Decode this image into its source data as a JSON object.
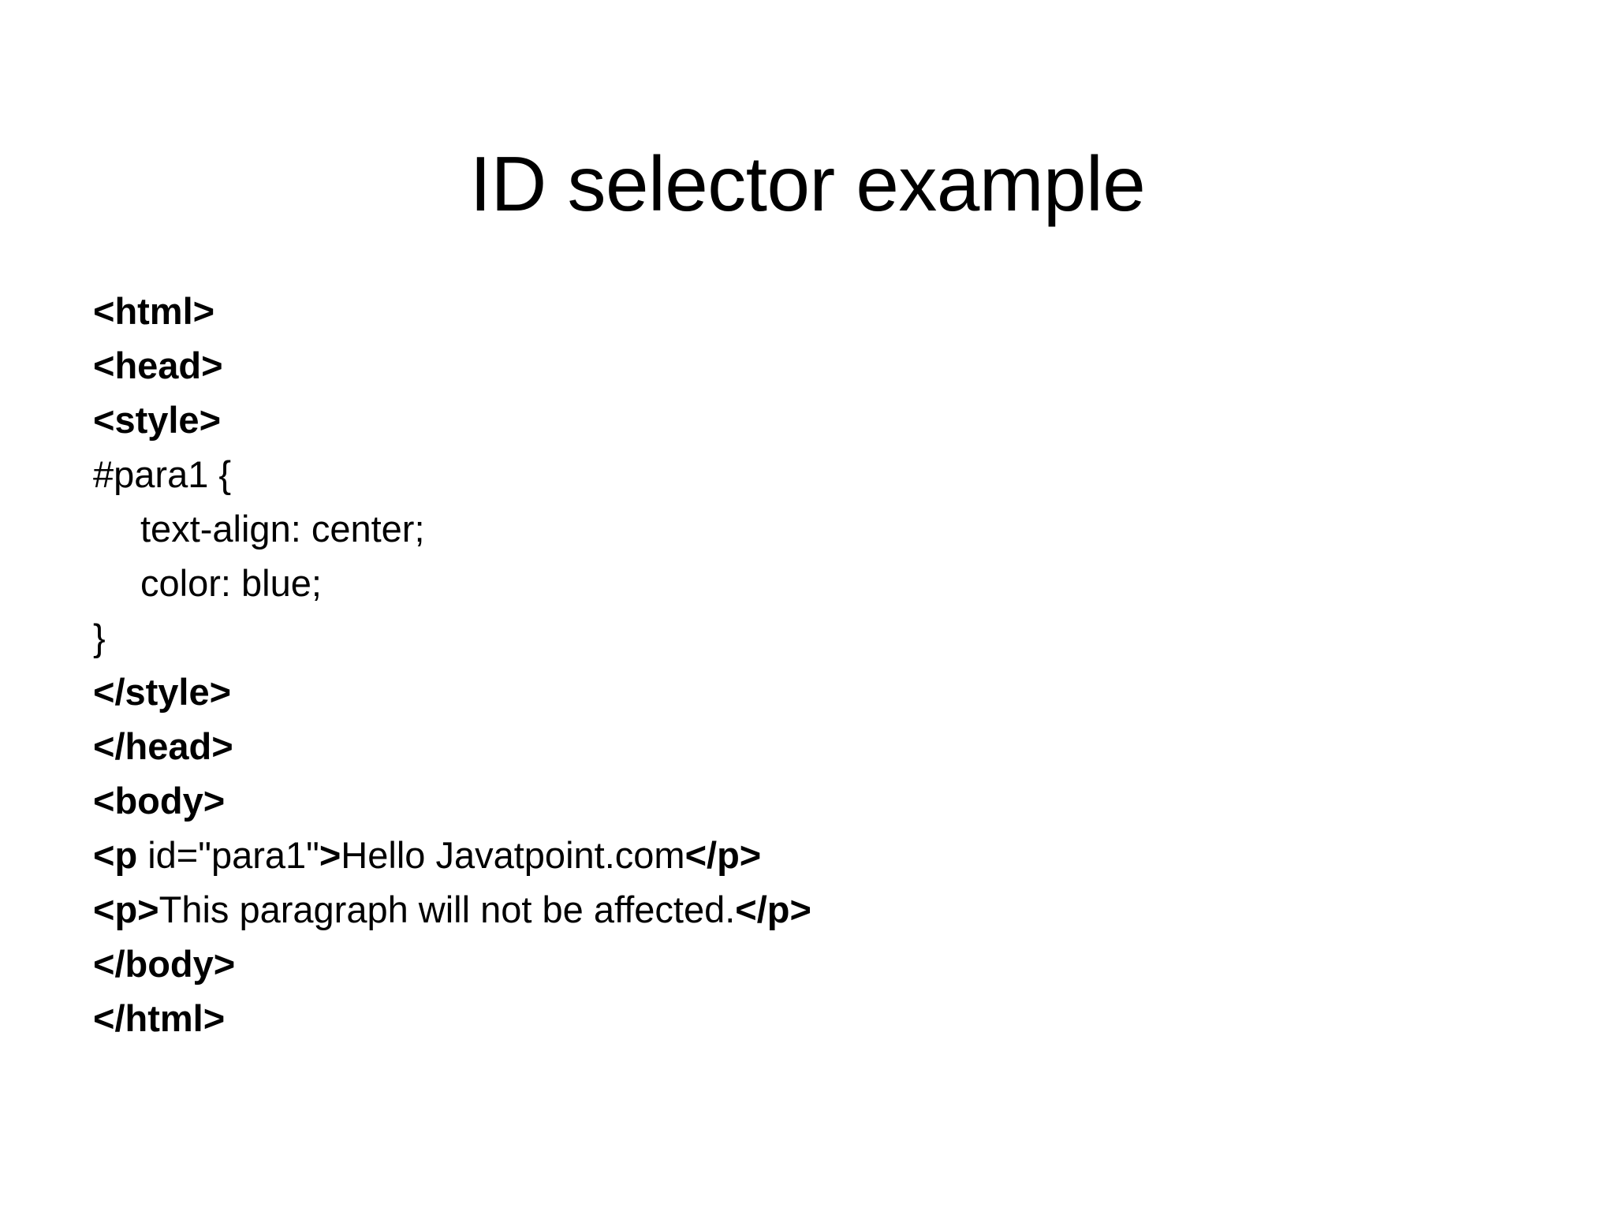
{
  "slide": {
    "title": "ID selector example",
    "background_color": "#ffffff",
    "text_color": "#000000"
  },
  "code": {
    "lines": [
      {
        "indent": 0,
        "segments": [
          {
            "text": "<html>",
            "bold": true
          }
        ]
      },
      {
        "indent": 0,
        "segments": [
          {
            "text": "<head>",
            "bold": true
          }
        ]
      },
      {
        "indent": 0,
        "segments": [
          {
            "text": "<style>",
            "bold": true
          }
        ]
      },
      {
        "indent": 0,
        "segments": [
          {
            "text": "#para1 {",
            "bold": false
          }
        ]
      },
      {
        "indent": 1,
        "segments": [
          {
            "text": "text-align: center;",
            "bold": false
          }
        ]
      },
      {
        "indent": 1,
        "segments": [
          {
            "text": "color: blue;",
            "bold": false
          }
        ]
      },
      {
        "indent": 0,
        "segments": [
          {
            "text": "}",
            "bold": false
          }
        ]
      },
      {
        "indent": 0,
        "segments": [
          {
            "text": "</style>",
            "bold": true
          }
        ]
      },
      {
        "indent": 0,
        "segments": [
          {
            "text": "</head>",
            "bold": true
          }
        ]
      },
      {
        "indent": 0,
        "segments": [
          {
            "text": "<body>",
            "bold": true
          }
        ]
      },
      {
        "indent": 0,
        "segments": [
          {
            "text": "<p",
            "bold": true
          },
          {
            "text": " id=\"para1\"",
            "bold": false
          },
          {
            "text": ">",
            "bold": true
          },
          {
            "text": "Hello Javatpoint.com",
            "bold": false
          },
          {
            "text": "</p>",
            "bold": true
          }
        ]
      },
      {
        "indent": 0,
        "segments": [
          {
            "text": "<p>",
            "bold": true
          },
          {
            "text": "This paragraph will not be affected.",
            "bold": false
          },
          {
            "text": "</p>",
            "bold": true
          }
        ]
      },
      {
        "indent": 0,
        "segments": [
          {
            "text": "</body>",
            "bold": true
          }
        ]
      },
      {
        "indent": 0,
        "segments": [
          {
            "text": "</html>",
            "bold": true
          }
        ]
      }
    ]
  }
}
